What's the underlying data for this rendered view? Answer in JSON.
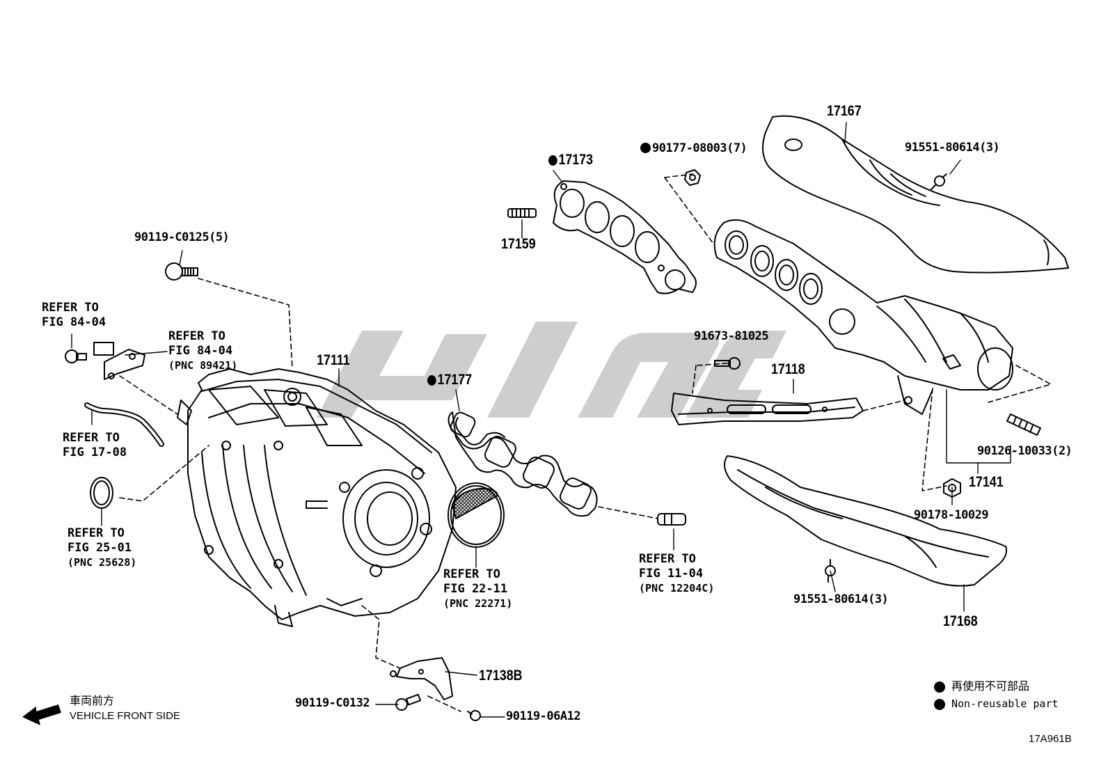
{
  "parts": {
    "p90119_c0125": "90119-C0125(5)",
    "p17173": "17173",
    "p90177": "90177-08003(7)",
    "p17167": "17167",
    "p91551_top": "91551-80614(3)",
    "p17159": "17159",
    "p17111": "17111",
    "p17177": "17177",
    "p91673": "91673-81025",
    "p17118": "17118",
    "p90126": "90126-10033(2)",
    "p17141": "17141",
    "p90178": "90178-10029",
    "p91551_bottom": "91551-80614(3)",
    "p17168": "17168",
    "p17138b": "17138B",
    "p90119_c0132": "90119-C0132",
    "p90119_06a12": "90119-06A12"
  },
  "refs": {
    "ref1_line1": "REFER TO",
    "ref1_line2": "FIG 84-04",
    "ref2_line1": "REFER TO",
    "ref2_line2": "FIG 84-04",
    "ref2_pnc": "(PNC 89421)",
    "ref3_line1": "REFER TO",
    "ref3_line2": "FIG 17-08",
    "ref4_line1": "REFER TO",
    "ref4_line2": "FIG 25-01",
    "ref4_pnc": "(PNC 25628)",
    "ref5_line1": "REFER TO",
    "ref5_line2": "FIG 22-11",
    "ref5_pnc": "(PNC 22271)",
    "ref6_line1": "REFER TO",
    "ref6_line2": "FIG 11-04",
    "ref6_pnc": "(PNC 12204C)"
  },
  "front": {
    "jp": "車両前方",
    "en": "VEHICLE FRONT SIDE"
  },
  "legend": {
    "jp": "再使用不可部品",
    "en": "Non-reusable part"
  },
  "diagram_id": "17A961B",
  "colors": {
    "ink": "#000000",
    "watermark": "#c8c8c8"
  },
  "icons": {
    "front_arrow": "arrow-left-icon",
    "nonreusable": "filled-dot-icon"
  }
}
